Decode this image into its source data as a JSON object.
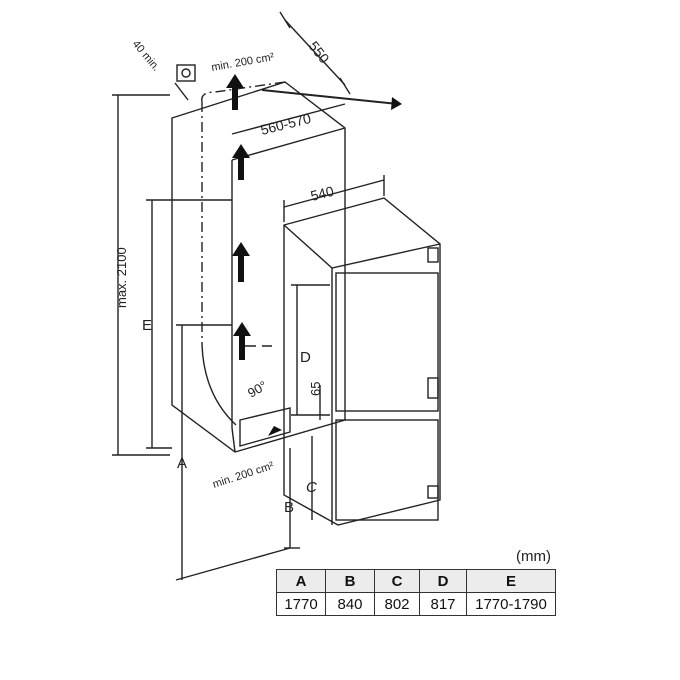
{
  "labels": {
    "vent_top": "min. 200 cm²",
    "vent_bottom": "min. 200 cm²",
    "gap_40": "40 min.",
    "depth_550": "550",
    "niche_width": "560-570",
    "appliance_width": "540",
    "max_height": "max. 2100",
    "dim_E": "E",
    "dim_A": "A",
    "dim_B": "B",
    "dim_C": "C",
    "dim_D": "D",
    "dim_65": "65",
    "angle": "90°"
  },
  "unit": "(mm)",
  "table": {
    "headers": [
      "A",
      "B",
      "C",
      "D",
      "E"
    ],
    "values": [
      "1770",
      "840",
      "802",
      "817",
      "1770-1790"
    ]
  }
}
